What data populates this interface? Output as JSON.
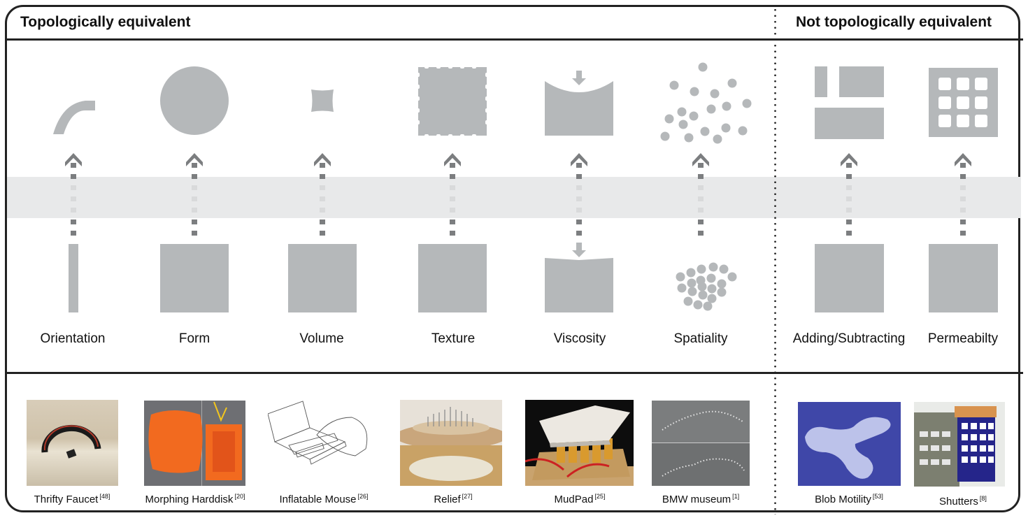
{
  "headers": {
    "left": "Topologically equivalent",
    "right": "Not topologically equivalent"
  },
  "colors": {
    "shape_fill": "#b5b8ba",
    "arrow": "#7c7e80",
    "band": "#e8e9ea",
    "border": "#222222"
  },
  "categories": [
    {
      "id": "orientation",
      "label": "Orientation",
      "group": "topologically-equivalent",
      "icon": "bent-bar-icon"
    },
    {
      "id": "form",
      "label": "Form",
      "group": "topologically-equivalent",
      "icon": "circle-icon"
    },
    {
      "id": "volume",
      "label": "Volume",
      "group": "topologically-equivalent",
      "icon": "small-square-icon"
    },
    {
      "id": "texture",
      "label": "Texture",
      "group": "topologically-equivalent",
      "icon": "textured-square-icon"
    },
    {
      "id": "viscosity",
      "label": "Viscosity",
      "group": "topologically-equivalent",
      "icon": "pressed-surface-icon"
    },
    {
      "id": "spatiality",
      "label": "Spatiality",
      "group": "topologically-equivalent",
      "icon": "scattered-dots-icon"
    },
    {
      "id": "adding-subtracting",
      "label": "Adding/Subtracting",
      "group": "not-topologically-equivalent",
      "icon": "split-blocks-icon"
    },
    {
      "id": "permeability",
      "label": "Permeabilty",
      "group": "not-topologically-equivalent",
      "icon": "perforated-square-icon"
    }
  ],
  "examples": [
    {
      "name": "Thrifty Faucet",
      "ref": "[48]"
    },
    {
      "name": "Morphing Harddisk",
      "ref": "[20]"
    },
    {
      "name": "Inflatable Mouse",
      "ref": "[26]"
    },
    {
      "name": "Relief",
      "ref": "[27]"
    },
    {
      "name": "MudPad",
      "ref": "[25]"
    },
    {
      "name": "BMW museum",
      "ref": "[1]"
    },
    {
      "name": "Blob Motility",
      "ref": "[53]"
    },
    {
      "name": "Shutters",
      "ref": "[8]"
    }
  ]
}
